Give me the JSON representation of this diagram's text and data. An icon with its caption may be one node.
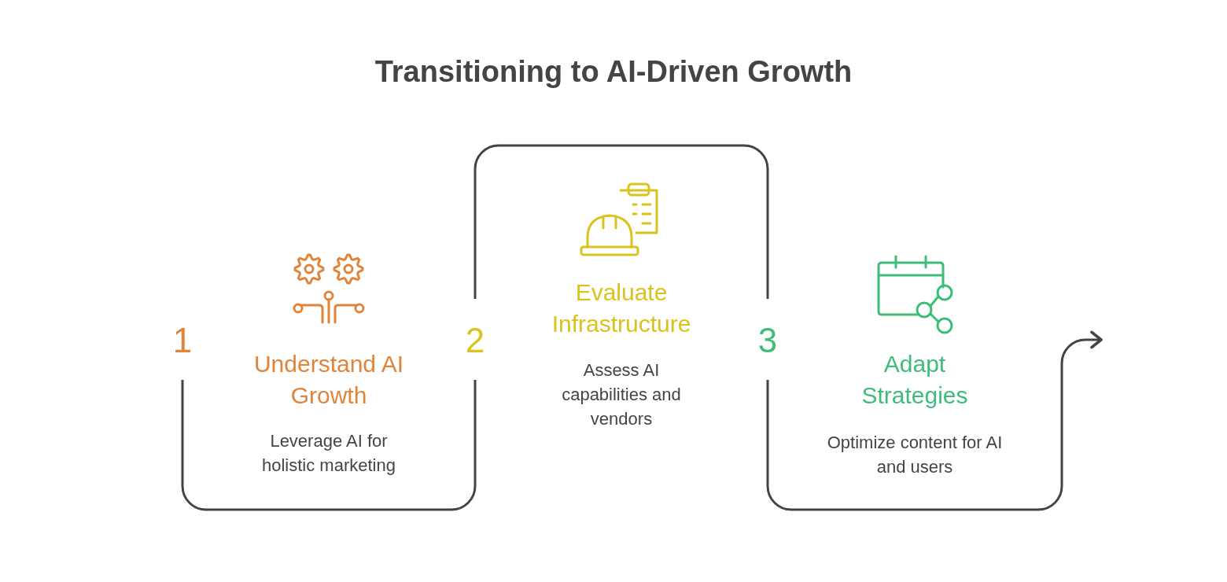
{
  "diagram": {
    "title": "Transitioning to AI-Driven Growth",
    "nodes": [
      {
        "text": [
          "Understand AI Growth",
          "Leverage AI for holistic marketing"
        ],
        "beside": [
          "1"
        ]
      },
      {
        "text": [
          "Evaluate Infrastructure",
          "Assess AI capabilities and vendors"
        ],
        "beside": [
          "2"
        ]
      },
      {
        "text": [
          "Adapt Strategies",
          "Optimize content for AI and users"
        ],
        "beside": [
          "3"
        ]
      }
    ],
    "edges": [
      {
        "from": 0,
        "to": 1,
        "arrow": "none"
      },
      {
        "from": 1,
        "to": 2,
        "arrow": "none"
      },
      {
        "from": 2,
        "to": null,
        "arrow": "to"
      }
    ]
  }
}
